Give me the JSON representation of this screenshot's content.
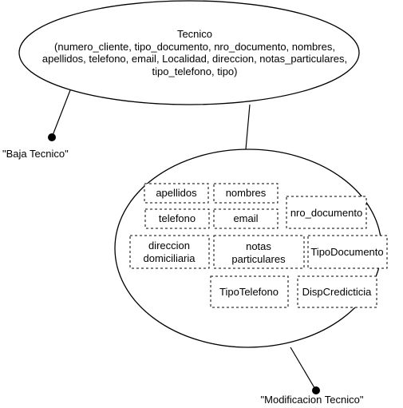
{
  "entity": {
    "title": "Tecnico",
    "attribute_lines": [
      "(numero_cliente, tipo_documento, nro_documento, nombres,",
      "apellidos, telefono, email, Localidad, direccion, notas_particulares,",
      "tipo_telefono, tipo)"
    ]
  },
  "operations": {
    "baja": "\"Baja Tecnico\"",
    "modificacion": "\"Modificacion Tecnico\""
  },
  "fields": [
    {
      "lines": [
        "apellidos"
      ]
    },
    {
      "lines": [
        "nombres"
      ]
    },
    {
      "lines": [
        "nro_documento"
      ]
    },
    {
      "lines": [
        "telefono"
      ]
    },
    {
      "lines": [
        "email"
      ]
    },
    {
      "lines": [
        "direccion",
        "domiciliaria"
      ]
    },
    {
      "lines": [
        "notas",
        "particulares"
      ]
    },
    {
      "lines": [
        "TipoDocumento"
      ]
    },
    {
      "lines": [
        "TipoTelefono"
      ]
    },
    {
      "lines": [
        "DispCredicticia"
      ]
    }
  ]
}
